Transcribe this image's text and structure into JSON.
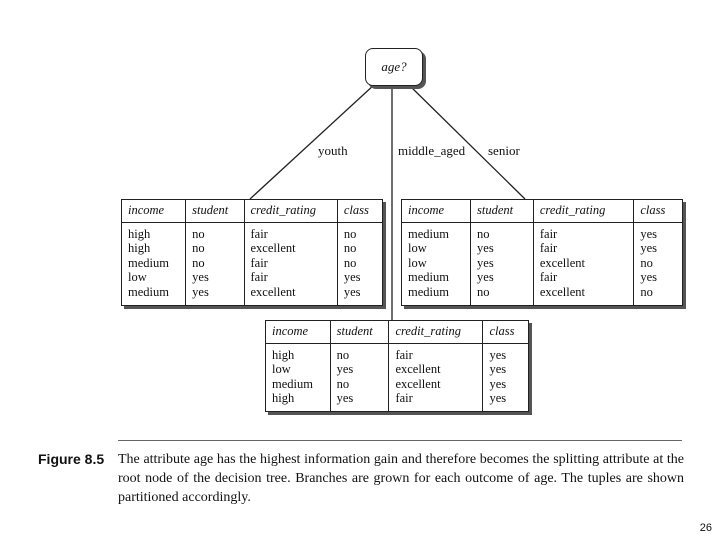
{
  "tree": {
    "root_label": "age?",
    "branches": {
      "youth": "youth",
      "middle_aged": "middle_aged",
      "senior": "senior"
    }
  },
  "columns": [
    "income",
    "student",
    "credit_rating",
    "class"
  ],
  "columns_senior": [
    "income",
    "student",
    "credit_rating",
    "class"
  ],
  "partitions": {
    "youth": {
      "rows": [
        [
          "high",
          "no",
          "fair",
          "no"
        ],
        [
          "high",
          "no",
          "excellent",
          "no"
        ],
        [
          "medium",
          "no",
          "fair",
          "no"
        ],
        [
          "low",
          "yes",
          "fair",
          "yes"
        ],
        [
          "medium",
          "yes",
          "excellent",
          "yes"
        ]
      ]
    },
    "senior": {
      "rows": [
        [
          "medium",
          "no",
          "fair",
          "yes"
        ],
        [
          "low",
          "yes",
          "fair",
          "yes"
        ],
        [
          "low",
          "yes",
          "excellent",
          "no"
        ],
        [
          "medium",
          "yes",
          "fair",
          "yes"
        ],
        [
          "medium",
          "no",
          "excellent",
          "no"
        ]
      ]
    },
    "middle_aged": {
      "rows": [
        [
          "high",
          "no",
          "fair",
          "yes"
        ],
        [
          "low",
          "yes",
          "excellent",
          "yes"
        ],
        [
          "medium",
          "no",
          "excellent",
          "yes"
        ],
        [
          "high",
          "yes",
          "fair",
          "yes"
        ]
      ]
    }
  },
  "figure": {
    "label": "Figure 8.5",
    "caption": "The attribute age has the highest information gain and therefore becomes the splitting attribute at the root node of the decision tree. Branches are grown for each outcome of age. The tuples are shown partitioned accordingly."
  },
  "page_number": "26"
}
